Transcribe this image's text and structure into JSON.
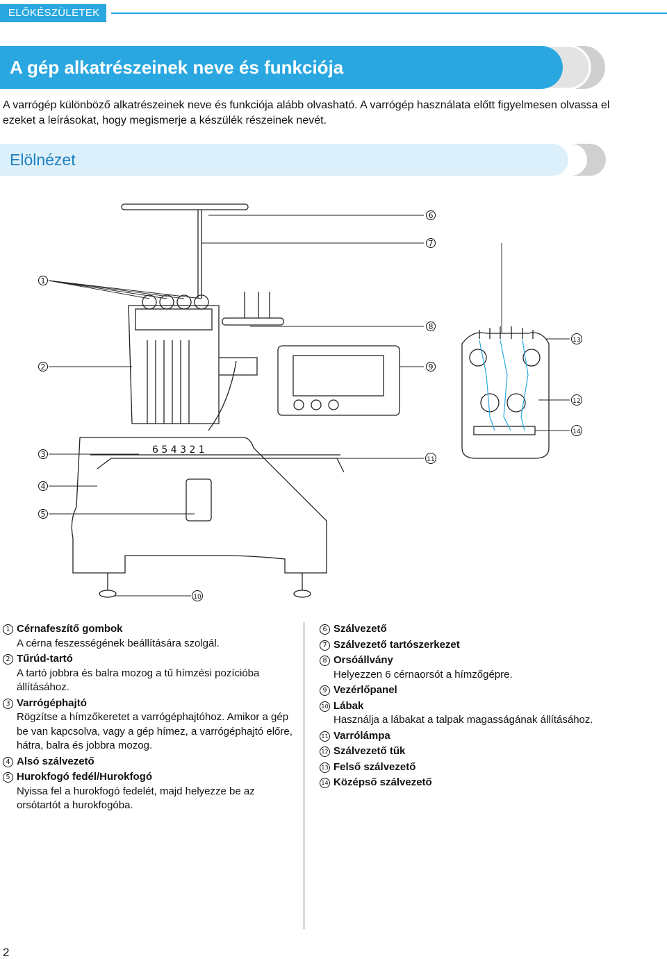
{
  "header": {
    "label": "ELŐKÉSZÜLETEK"
  },
  "title": "A gép alkatrészeinek neve és funkciója",
  "intro": "A varrógép különböző alkatrészeinek neve és funkciója alább olvasható. A varrógép használata előtt figyelmesen olvassa el ezeket a leírásokat, hogy megismerje a készülék részeinek nevét.",
  "subtitle": "Elölnézet",
  "diagram": {
    "needle_labels": "6 5 4 3 2 1",
    "callouts": [
      "1",
      "2",
      "3",
      "4",
      "5",
      "6",
      "7",
      "8",
      "9",
      "10",
      "11",
      "12",
      "13",
      "14"
    ]
  },
  "parts": [
    {
      "num": "1",
      "name": "Cérnafeszítő gombok",
      "desc": "A cérna feszességének beállítására szolgál."
    },
    {
      "num": "2",
      "name": "Tűrúd-tartó",
      "desc": "A tartó jobbra és balra mozog a tű hímzési pozícióba állításához."
    },
    {
      "num": "3",
      "name": "Varrógéphajtó",
      "desc": "Rögzítse a hímzőkeretet a varrógéphajtóhoz. Amikor a gép be van kapcsolva, vagy a gép hímez, a varrógéphajtó előre, hátra, balra és jobbra mozog."
    },
    {
      "num": "4",
      "name": "Alsó szálvezető",
      "desc": ""
    },
    {
      "num": "5",
      "name": "Hurokfogó fedél/Hurokfogó",
      "desc": "Nyissa fel a hurokfogó fedelét, majd helyezze be az orsótartót a hurokfogóba."
    },
    {
      "num": "6",
      "name": "Szálvezető",
      "desc": ""
    },
    {
      "num": "7",
      "name": "Szálvezető tartószerkezet",
      "desc": ""
    },
    {
      "num": "8",
      "name": "Orsóállvány",
      "desc": "Helyezzen 6 cérnaorsót a hímzőgépre."
    },
    {
      "num": "9",
      "name": "Vezérlőpanel",
      "desc": ""
    },
    {
      "num": "10",
      "name": "Lábak",
      "desc": "Használja a lábakat a talpak magasságának állításához."
    },
    {
      "num": "11",
      "name": "Varrólámpa",
      "desc": ""
    },
    {
      "num": "12",
      "name": "Szálvezető tűk",
      "desc": ""
    },
    {
      "num": "13",
      "name": "Felső szálvezető",
      "desc": ""
    },
    {
      "num": "14",
      "name": "Középső szálvezető",
      "desc": ""
    }
  ],
  "page_number": "2",
  "colors": {
    "accent": "#2aa7e0",
    "accent_light": "#dcf0fb",
    "subtitle_text": "#1f7fc0",
    "deco": "#c8c8c8"
  }
}
